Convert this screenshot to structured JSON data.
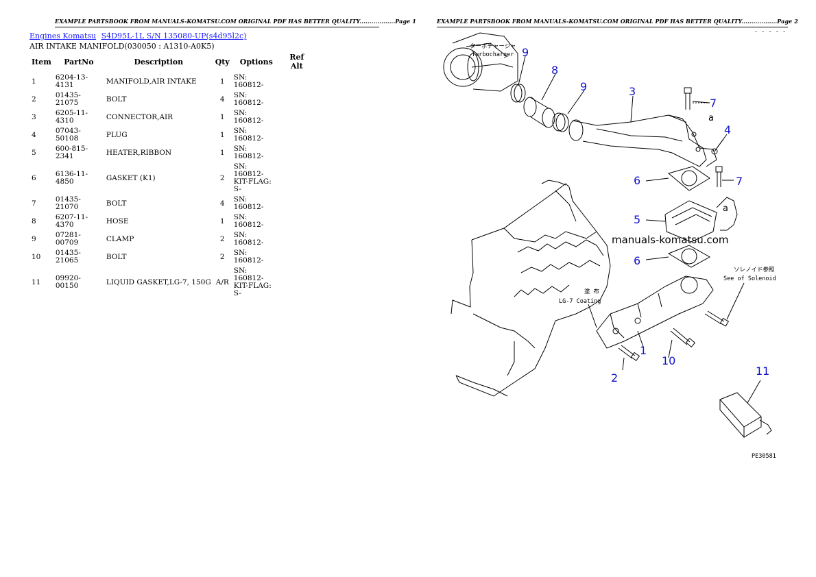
{
  "header_left": "EXAMPLE PARTSBOOK FROM MANUALS-KOMATSU.COM ORIGINAL PDF HAS BETTER QUALITY..................Page 1",
  "header_right": "EXAMPLE PARTSBOOK FROM MANUALS-KOMATSU.COM ORIGINAL PDF HAS BETTER QUALITY..................Page 2",
  "breadcrumb": {
    "link1": "Engines Komatsu",
    "link2": "S4D95L-1L S/N 135080-UP(s4d95l2c)"
  },
  "subtitle": "AIR INTAKE MANIFOLD(030050 : A1310-A0K5)",
  "columns": [
    "Item",
    "PartNo",
    "Description",
    "Qty",
    "Options",
    "Ref Alt"
  ],
  "rows": [
    {
      "item": "1",
      "part": "6204-13-4131",
      "desc": "MANIFOLD,AIR INTAKE",
      "qty": "1",
      "opt1": "SN: 160812-",
      "opt2": ""
    },
    {
      "item": "2",
      "part": "01435-21075",
      "desc": "BOLT",
      "qty": "4",
      "opt1": "SN: 160812-",
      "opt2": ""
    },
    {
      "item": "3",
      "part": "6205-11-4310",
      "desc": "CONNECTOR,AIR",
      "qty": "1",
      "opt1": "SN: 160812-",
      "opt2": ""
    },
    {
      "item": "4",
      "part": "07043-50108",
      "desc": "PLUG",
      "qty": "1",
      "opt1": "SN: 160812-",
      "opt2": ""
    },
    {
      "item": "5",
      "part": "600-815-2341",
      "desc": "HEATER,RIBBON",
      "qty": "1",
      "opt1": "SN: 160812-",
      "opt2": ""
    },
    {
      "item": "6",
      "part": "6136-11-4850",
      "desc": "GASKET (K1)",
      "qty": "2",
      "opt1": "SN: 160812-",
      "opt2": "KIT-FLAG: S-"
    },
    {
      "item": "7",
      "part": "01435-21070",
      "desc": "BOLT",
      "qty": "4",
      "opt1": "SN: 160812-",
      "opt2": ""
    },
    {
      "item": "8",
      "part": "6207-11-4370",
      "desc": "HOSE",
      "qty": "1",
      "opt1": "SN: 160812-",
      "opt2": ""
    },
    {
      "item": "9",
      "part": "07281-00709",
      "desc": "CLAMP",
      "qty": "2",
      "opt1": "SN: 160812-",
      "opt2": ""
    },
    {
      "item": "10",
      "part": "01435-21065",
      "desc": "BOLT",
      "qty": "2",
      "opt1": "SN: 160812-",
      "opt2": ""
    },
    {
      "item": "11",
      "part": "09920-00150",
      "desc": "LIQUID GASKET,LG-7, 150G",
      "qty": "A/R",
      "opt1": "SN: 160812-",
      "opt2": "KIT-FLAG: S-"
    }
  ],
  "diagram": {
    "callouts": [
      "9",
      "8",
      "9",
      "3",
      "7",
      "4",
      "a",
      "6",
      "7",
      "5",
      "a",
      "6",
      "1",
      "10",
      "2",
      "11"
    ],
    "turbo_jp": "ターボチャージャ",
    "turbo_en": "Turbocharger",
    "coating_jp": "塗 布",
    "coating_en": "LG-7 Coating",
    "solenoid_jp": "ソレノイド参照",
    "solenoid_en": "See of Solenoid",
    "watermark": "manuals-komatsu.com",
    "figure_code": "PE30581",
    "corner_code": "- - - - -"
  }
}
